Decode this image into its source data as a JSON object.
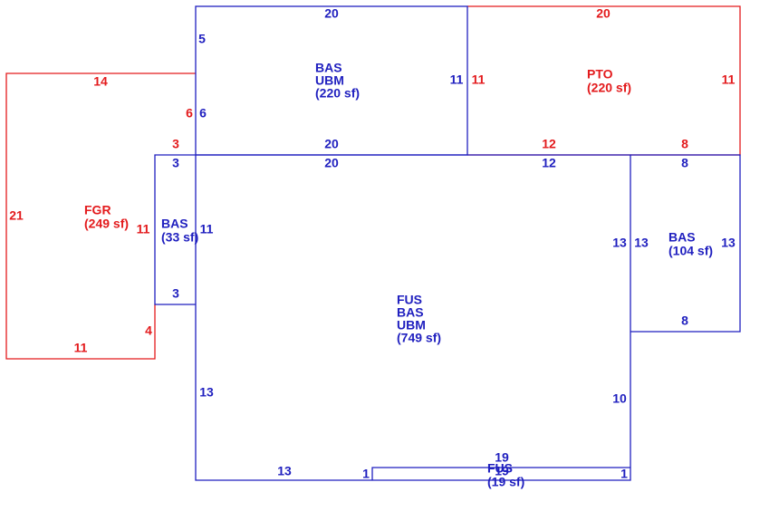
{
  "colors": {
    "living": "#1f1fbf",
    "garage_porch": "#e31a1c",
    "background": "#ffffff"
  },
  "areas": {
    "upper_bas": {
      "codes": [
        "BAS",
        "UBM"
      ],
      "area": "(220 sf)"
    },
    "pto": {
      "codes": [
        "PTO"
      ],
      "area": "(220 sf)"
    },
    "fgr": {
      "codes": [
        "FGR"
      ],
      "area": "(249 sf)"
    },
    "small_bas": {
      "codes": [
        "BAS"
      ],
      "area": "(33 sf)"
    },
    "right_bas": {
      "codes": [
        "BAS"
      ],
      "area": "(104 sf)"
    },
    "main": {
      "codes": [
        "FUS",
        "BAS",
        "UBM"
      ],
      "area": "(749 sf)"
    },
    "bottom_fus": {
      "codes": [
        "FUS"
      ],
      "area": "(19 sf)"
    }
  },
  "dimensions": {
    "upper_bas_top": "20",
    "upper_bas_left_upper": "5",
    "upper_bas_left_lower": "6",
    "upper_bas_right": "11",
    "upper_bas_bottom": "20",
    "pto_top": "20",
    "pto_left": "11",
    "pto_right": "11",
    "pto_bottom": "12",
    "pto_bottom_right": "8",
    "fgr_top": "14",
    "fgr_left": "21",
    "fgr_right_top": "6",
    "fgr_notch_top": "3",
    "fgr_right": "11",
    "fgr_right_low": "4",
    "fgr_bottom": "11",
    "small_bas_top": "3",
    "small_bas_right": "11",
    "small_bas_bottom": "3",
    "main_top": "20",
    "main_top_right": "12",
    "main_right_upper": "13",
    "main_left": "13",
    "main_right_lower": "10",
    "main_bottom": "13",
    "main_bottom_step": "1",
    "right_bas_top": "8",
    "right_bas_left": "13",
    "right_bas_right": "13",
    "right_bas_bottom": "8",
    "bottom_fus_top": "19",
    "bottom_fus_right": "1",
    "bottom_fus_bottom": "19"
  }
}
